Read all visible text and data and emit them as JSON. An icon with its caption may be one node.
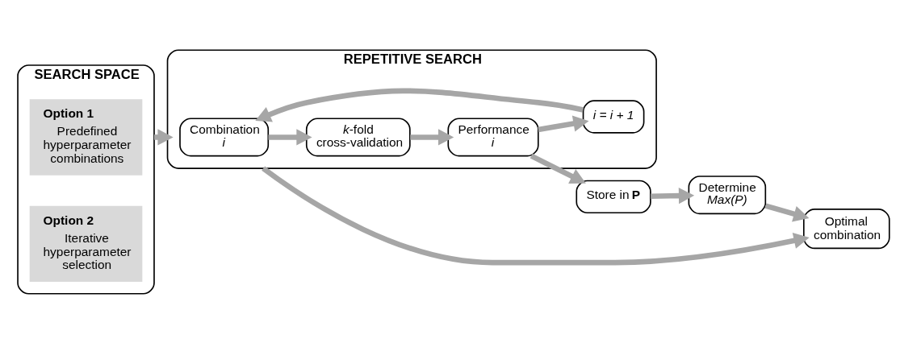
{
  "diagram": {
    "nodes": [
      {
        "text": [
          "SEARCH SPACE"
        ]
      },
      {
        "text": [
          "Option 1",
          "Predefined hyperparameter combinations"
        ],
        "in": 0
      },
      {
        "text": [
          "Option 2",
          "Iterative hyperparameter selection"
        ],
        "in": 0
      },
      {
        "text": [
          "REPETITIVE SEARCH"
        ]
      },
      {
        "text": [
          "Combination *i*"
        ],
        "in": 3
      },
      {
        "text": [
          "*k*-fold cross-validation"
        ],
        "in": 3
      },
      {
        "text": [
          "Performance *i*"
        ],
        "in": 3
      },
      {
        "text": [
          "i = i + 1"
        ],
        "in": 3
      },
      {
        "text": [
          "Optimal combination"
        ]
      },
      {
        "text": [
          "Determine *Max(P)*"
        ]
      },
      {
        "text": [
          "Store in **P**"
        ]
      }
    ],
    "edges": [
      {
        "from": 0,
        "to": 3,
        "arrow": "to"
      },
      {
        "from": 3,
        "to": 8,
        "arrow": "to"
      },
      {
        "from": 4,
        "to": 5,
        "arrow": "to"
      },
      {
        "from": 5,
        "to": 6,
        "arrow": "to"
      },
      {
        "from": 6,
        "to": 7,
        "arrow": "to"
      },
      {
        "from": 7,
        "to": 4,
        "arrow": "to"
      },
      {
        "from": 6,
        "to": 10,
        "arrow": "to"
      },
      {
        "from": 10,
        "to": 9,
        "arrow": "to"
      },
      {
        "from": 9,
        "to": 8,
        "arrow": "to"
      }
    ]
  }
}
